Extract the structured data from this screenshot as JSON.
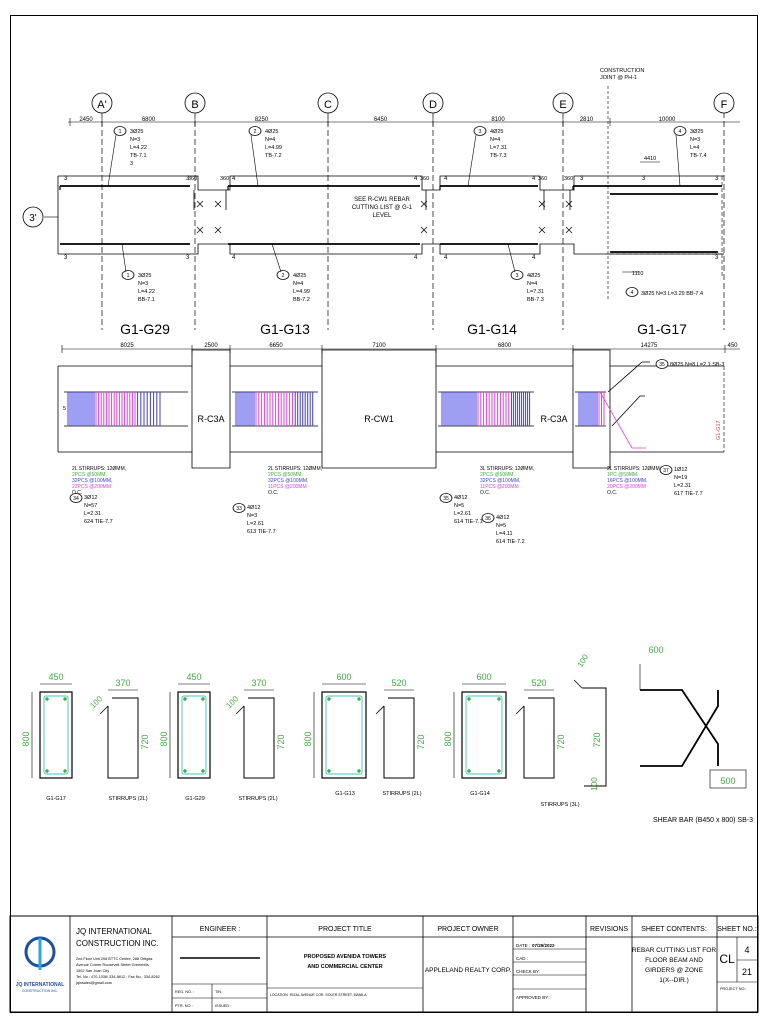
{
  "grid_lines": [
    "A'",
    "B",
    "C",
    "D",
    "E",
    "F"
  ],
  "row_marker": "3'",
  "construction_joint": [
    "CONSTRUCTION",
    "JOINT @ PH-1"
  ],
  "span_dims": [
    "2450",
    "6800",
    "8250",
    "6450",
    "8100",
    "2810",
    "10000"
  ],
  "top_bar_labels": [
    [
      "3Ø25",
      "N=3",
      "L=4.22",
      "TB-7.1",
      "3"
    ],
    [
      "4Ø25",
      "N=4",
      "L=4.99",
      "TB-7.2"
    ],
    [
      "4Ø25",
      "N=4",
      "L=7.31",
      "TB-7.3"
    ],
    [
      "3Ø25",
      "N=3",
      "L=4",
      "TB-7.4"
    ]
  ],
  "bottom_bar_labels": [
    [
      "3Ø25",
      "N=3",
      "L=4.22",
      "BB-7.1"
    ],
    [
      "4Ø25",
      "N=4",
      "L=4.99",
      "BB-7.2"
    ],
    [
      "4Ø25",
      "N=4",
      "L=7.31",
      "BB-7.3"
    ]
  ],
  "g17_bottom_label": "3Ø25 N=3 L=3.29 BB-7.4",
  "see_note": [
    "SEE R-CW1 REBAR",
    "CUTTING LIST @ G-1",
    "LEVEL"
  ],
  "dim_360": "360",
  "dim_4410": "4410",
  "dim_1110": "1110",
  "bar_count_3": "3",
  "bar_count_4": "4",
  "girder_names": [
    "G1-G29",
    "G1-G13",
    "G1-G14",
    "G1-G17"
  ],
  "elev_dims": [
    "8025",
    "2500",
    "6650",
    "7100",
    "6800",
    "14275",
    "450"
  ],
  "elev_panels": [
    "R-C3A",
    "R-CW1",
    "R-C3A"
  ],
  "stirrup_notes": [
    [
      "2L STIRRUPS: 12ØMM,",
      "2PCS @50MM,",
      "32PCS @100MM,",
      "22PCS @200MM",
      "O.C."
    ],
    [
      "2L STIRRUPS: 12ØMM,",
      "2PCS @50MM,",
      "32PCS @100MM,",
      "11PCS @200MM",
      "O.C."
    ],
    [
      "3L STIRRUPS: 12ØMM,",
      "2PCS @50MM,",
      "32PCS @100MM,",
      "11PCS @200MM",
      "O.C."
    ],
    [
      "2L STIRRUPS: 12ØMM,",
      "1PC @50MM,",
      "16PCS @100MM,",
      "20PCS @200MM",
      "O.C."
    ]
  ],
  "tie_labels": [
    [
      "3Ø12",
      "N=57",
      "L=2.31",
      "624 TIE-7.7"
    ],
    [
      "4Ø12",
      "N=3",
      "L=2.61",
      "613 TIE-7.7"
    ],
    [
      "4Ø12",
      "N=5",
      "L=2.61",
      "614 TIE-7.1"
    ],
    [
      "4Ø12",
      "N=5",
      "L=4.11",
      "614 TIE-7.2"
    ],
    [
      "1Ø12",
      "N=19",
      "L=2.31",
      "617 TIE-7.7"
    ]
  ],
  "shear_label": "8Ø25 N=8 L=2.1 SB-3",
  "section_dims": {
    "s1": [
      "450",
      "800"
    ],
    "st1": [
      "370",
      "720",
      "100"
    ],
    "s2": [
      "450",
      "800"
    ],
    "st2": [
      "370",
      "720",
      "100"
    ],
    "s3": [
      "600",
      "800"
    ],
    "st3": [
      "520",
      "720"
    ],
    "s4": [
      "600",
      "800"
    ],
    "st4": [
      "520",
      "720"
    ],
    "st5": [
      "720",
      "100",
      "100"
    ],
    "sb": [
      "600",
      "500"
    ]
  },
  "section_captions": [
    "G1-G17",
    "STIRRUPS (2L)",
    "G1-G29",
    "STIRRUPS (2L)",
    "G1-G13",
    "STIRRUPS (2L)",
    "G1-G14",
    "STIRRUPS (3L)"
  ],
  "shear_bar_caption": "SHEAR BAR  (B450 x 800) SB-3",
  "title_block": {
    "company": [
      "JQ INTERNATIONAL",
      "CONSTRUCTION INC."
    ],
    "address": [
      "2nd Floor Unit 206 BTTC Centre, 288 Ortigas",
      "Avenue Corner Roosevelt Street Greenhills",
      "1502 San Juan City",
      "Tel. No.: 470-1036/ 334-8612 ; Fax No.: 334-8262",
      "jqinsales@gmail.com"
    ],
    "logo_text": "JQ INTERNATIONAL",
    "logo_sub": "CONSTRUCTION INC.",
    "engineer_header": "ENGINEER :",
    "project_title_header": "PROJECT TITLE",
    "project_title": [
      "PROPOSED AVENIDA TOWERS",
      "AND COMMERCIAL CENTER"
    ],
    "location_label": "LOCATION :",
    "location_value": "RIZAL AVENUE COR. SOLER STREET, MANILA",
    "reg_label": "REG. NO. :",
    "tin_label": "TIN :",
    "ptr_label": "PTR. NO. :",
    "issued_label": "ISSUED :",
    "owner_header": "PROJECT OWNER",
    "owner": "APPLELAND REALTY CORP.",
    "date_label": "DATE :",
    "date_value": "07/29/2022",
    "cad_label": "CAD :",
    "check_label": "CHECK BY:",
    "approved_label": "APPROVED BY :",
    "revisions_header": "REVISIONS",
    "sheet_contents_header": "SHEET CONTENTS:",
    "sheet_contents": [
      "REBAR CUTTING LIST FOR",
      "FLOOR BEAM AND",
      "GIRDERS @ ZONE",
      "1(X--DIR.)"
    ],
    "sheet_no_header": "SHEET NO.:",
    "sheet_code": "CL",
    "sheet_num": "4",
    "sheet_total": "21",
    "project_no_label": "PROJECT NO.:"
  },
  "colors": {
    "blue": "#3c3ce6",
    "magenta": "#e63ce6",
    "green": "#3caf3c",
    "red": "#e63c3c",
    "cyan": "#3cc8c8"
  }
}
